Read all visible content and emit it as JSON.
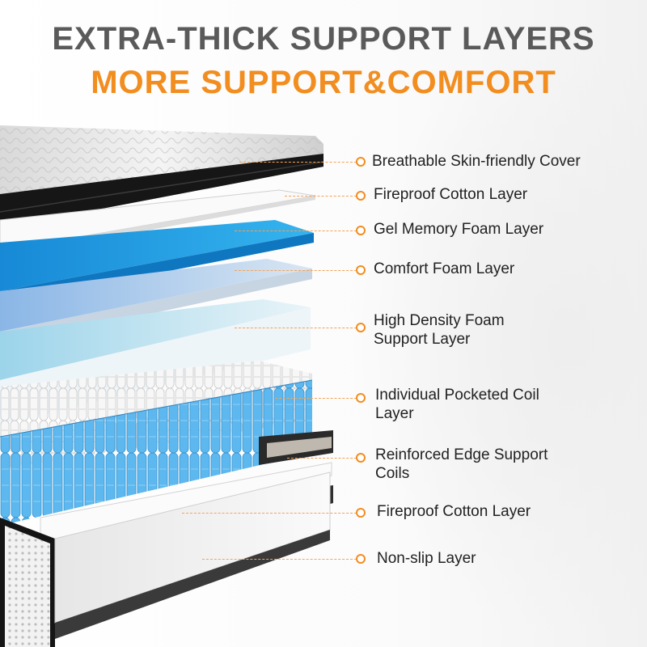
{
  "headline": {
    "main": "EXTRA-THICK SUPPORT LAYERS",
    "sub": "MORE SUPPORT&COMFORT"
  },
  "colors": {
    "headline_main": "#5a5a5a",
    "headline_accent": "#f28d1f",
    "cover_black": "#161616",
    "gel_blue": "#1e9fe0",
    "coil_blue": "#5cb8ee",
    "foam_white": "#f4f4f4"
  },
  "layers": [
    {
      "lines": [
        "Breathable Skin-friendly Cover"
      ]
    },
    {
      "lines": [
        "Fireproof Cotton Layer"
      ]
    },
    {
      "lines": [
        "Gel Memory Foam Layer"
      ]
    },
    {
      "lines": [
        "Comfort Foam Layer"
      ]
    },
    {
      "lines": [
        "High Density Foam",
        "Support Layer"
      ]
    },
    {
      "lines": [
        "Individual Pocketed Coil",
        "Layer"
      ]
    },
    {
      "lines": [
        "Reinforced Edge Support",
        "Coils"
      ]
    },
    {
      "lines": [
        "Fireproof Cotton Layer"
      ]
    },
    {
      "lines": [
        "Non-slip Layer"
      ]
    }
  ]
}
